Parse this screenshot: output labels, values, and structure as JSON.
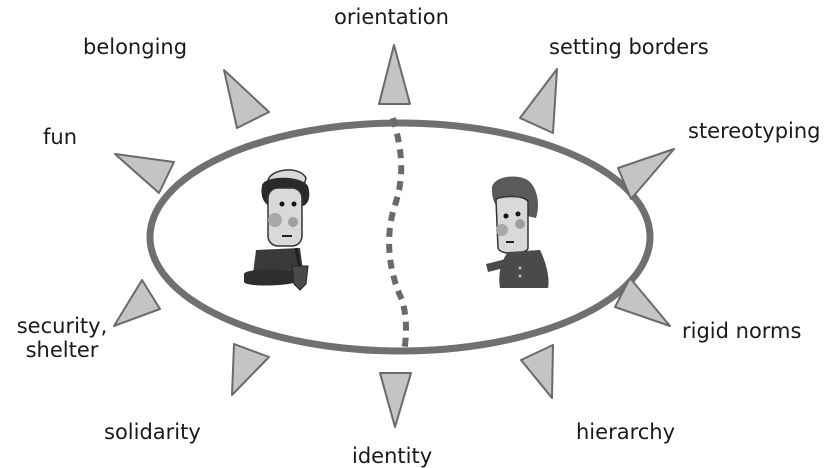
{
  "diagram": {
    "labels": {
      "orientation": "orientation",
      "belonging": "belonging",
      "setting_borders": "setting borders",
      "fun": "fun",
      "stereotyping": "stereotyping",
      "security_line1": "security,",
      "security_line2": "shelter",
      "rigid_norms": "rigid norms",
      "solidarity": "solidarity",
      "identity": "identity",
      "hierarchy": "hierarchy"
    },
    "colors": {
      "ellipse_stroke": "#707070",
      "triangle_fill": "#c4c4c4",
      "triangle_stroke": "#6a6a6a",
      "divider": "#6a6a6a"
    },
    "icons": [
      "figure-left-icon",
      "figure-right-icon"
    ]
  }
}
